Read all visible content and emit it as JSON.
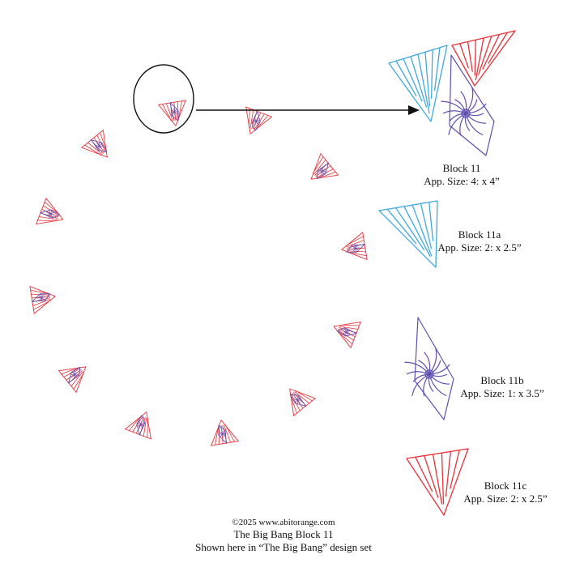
{
  "colors": {
    "red": "#e8323a",
    "blue": "#3fa9dc",
    "purple": "#5f4fb0",
    "ink": "#111111"
  },
  "blocks": [
    {
      "name": "Block 11",
      "size": "App. Size: 4: x 4”"
    },
    {
      "name": "Block 11a",
      "size": "App. Size: 2: x 2.5”"
    },
    {
      "name": "Block 11b",
      "size": "App. Size: 1: x 3.5”"
    },
    {
      "name": "Block 11c",
      "size": "App. Size: 2: x 2.5”"
    }
  ],
  "footer": {
    "copyright": "©2025 www.abitorange.com",
    "title": "The Big Bang Block 11",
    "subtitle": "Shown here in “The Big Bang” design set"
  },
  "ring": {
    "count": 12,
    "highlighted_index": 0
  }
}
